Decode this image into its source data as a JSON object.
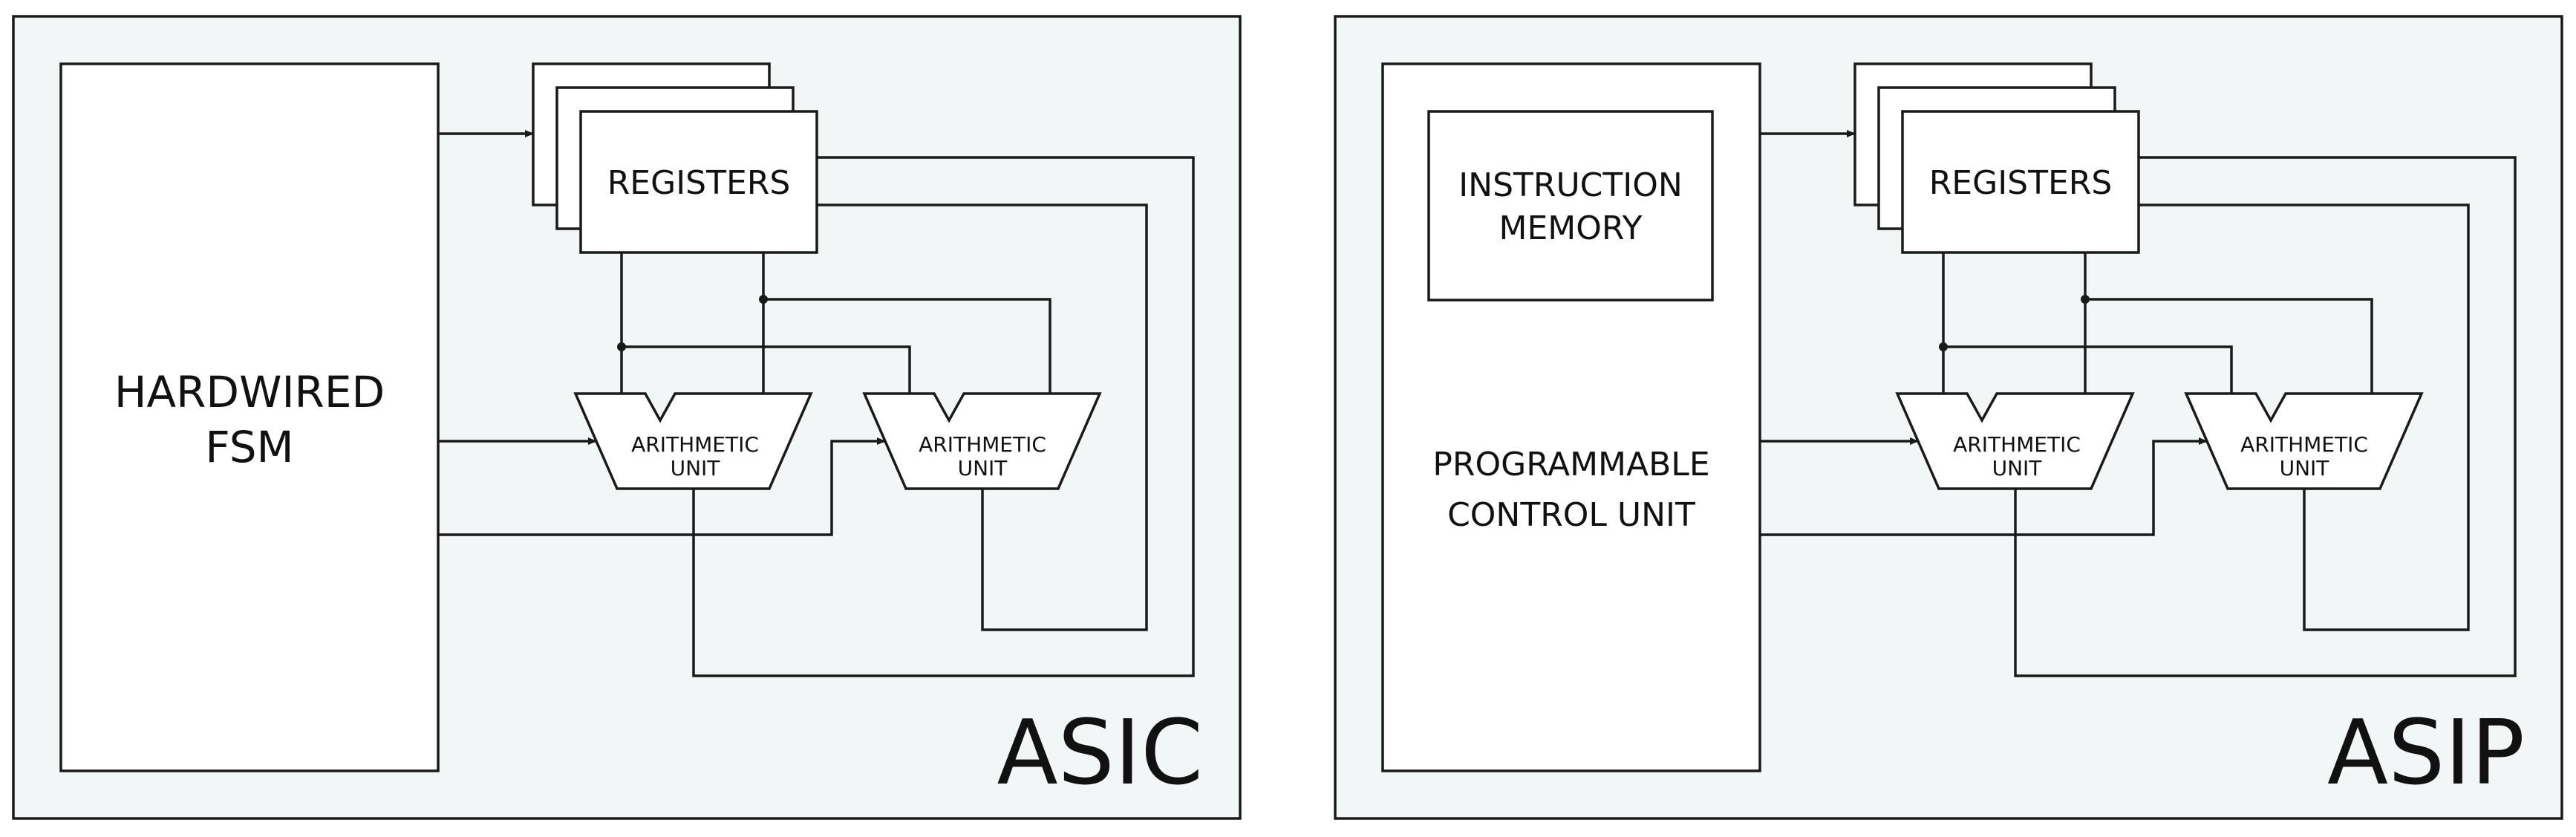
{
  "diagram": {
    "colors": {
      "panel_fill": "#f3f6f7",
      "stroke": "#1a1a1a",
      "box_fill": "#ffffff"
    },
    "panels": [
      {
        "title": "ASIC",
        "control": {
          "lines": [
            "HARDWIRED",
            "FSM"
          ]
        },
        "registers_label": "REGISTERS",
        "arithmetic_units": [
          {
            "lines": [
              "ARITHMETIC",
              "UNIT"
            ]
          },
          {
            "lines": [
              "ARITHMETIC",
              "UNIT"
            ]
          }
        ]
      },
      {
        "title": "ASIP",
        "instruction_memory": {
          "lines": [
            "INSTRUCTION",
            "MEMORY"
          ]
        },
        "control": {
          "lines": [
            "PROGRAMMABLE",
            "CONTROL UNIT"
          ]
        },
        "registers_label": "REGISTERS",
        "arithmetic_units": [
          {
            "lines": [
              "ARITHMETIC",
              "UNIT"
            ]
          },
          {
            "lines": [
              "ARITHMETIC",
              "UNIT"
            ]
          }
        ]
      }
    ]
  }
}
